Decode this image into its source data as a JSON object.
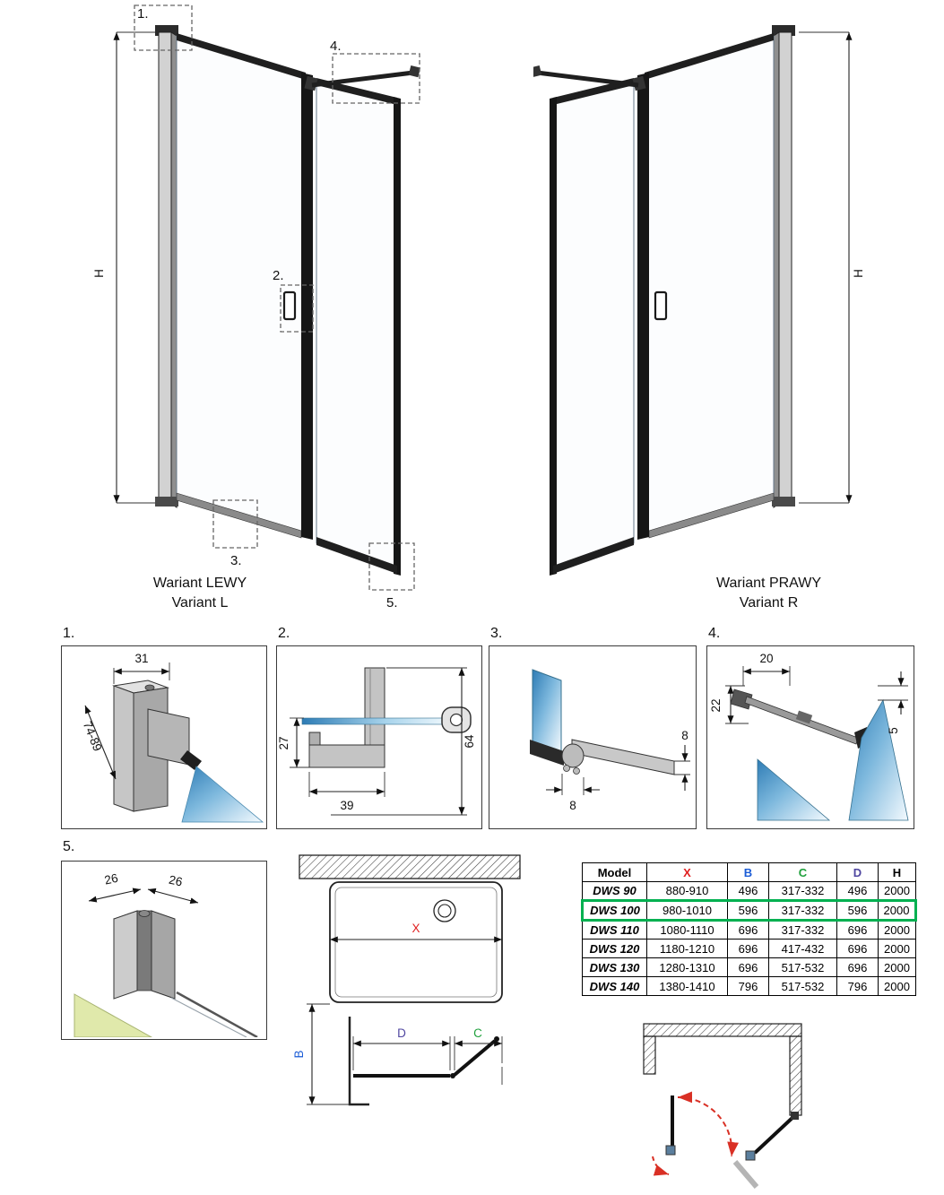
{
  "variants": {
    "left": {
      "title": "Wariant LEWY",
      "subtitle": "Variant L",
      "height_dim": "H"
    },
    "right": {
      "title": "Wariant PRAWY",
      "subtitle": "Variant R",
      "height_dim": "H"
    }
  },
  "callouts": {
    "n1": "1.",
    "n2": "2.",
    "n3": "3.",
    "n4": "4.",
    "n5": "5."
  },
  "details": {
    "d1": {
      "num": "1.",
      "dim_width": "31",
      "dim_range": "74-89"
    },
    "d2": {
      "num": "2.",
      "dim_drop": "27",
      "dim_base": "39",
      "dim_total": "64"
    },
    "d3": {
      "num": "3.",
      "dim_w": "8",
      "dim_h": "8"
    },
    "d4": {
      "num": "4.",
      "dim_top": "20",
      "dim_left": "22",
      "dim_right": "5"
    },
    "d5": {
      "num": "5.",
      "dim_a": "26",
      "dim_b": "26"
    }
  },
  "top_view": {
    "x_label": "X",
    "b_label": "B",
    "c_label": "C",
    "d_label": "D"
  },
  "table": {
    "headers": {
      "model": "Model",
      "x": "X",
      "b": "B",
      "c": "C",
      "d": "D",
      "h": "H"
    },
    "rows": [
      {
        "model": "DWS 90",
        "x": "880-910",
        "b": "496",
        "c": "317-332",
        "d": "496",
        "h": "2000"
      },
      {
        "model": "DWS 100",
        "x": "980-1010",
        "b": "596",
        "c": "317-332",
        "d": "596",
        "h": "2000"
      },
      {
        "model": "DWS 110",
        "x": "1080-1110",
        "b": "696",
        "c": "317-332",
        "d": "696",
        "h": "2000"
      },
      {
        "model": "DWS 120",
        "x": "1180-1210",
        "b": "696",
        "c": "417-432",
        "d": "696",
        "h": "2000"
      },
      {
        "model": "DWS 130",
        "x": "1280-1310",
        "b": "696",
        "c": "517-532",
        "d": "696",
        "h": "2000"
      },
      {
        "model": "DWS 140",
        "x": "1380-1410",
        "b": "796",
        "c": "517-532",
        "d": "796",
        "h": "2000"
      }
    ],
    "highlighted_model": "DWS 100"
  },
  "colors": {
    "x_col": "#e02020",
    "b_col": "#1b5cd6",
    "c_col": "#1fa03c",
    "d_col": "#4f46a0",
    "h_col": "#000000",
    "highlight": "#00b050",
    "glass": "#2e7cb5",
    "floor": "#e0e9ab"
  }
}
